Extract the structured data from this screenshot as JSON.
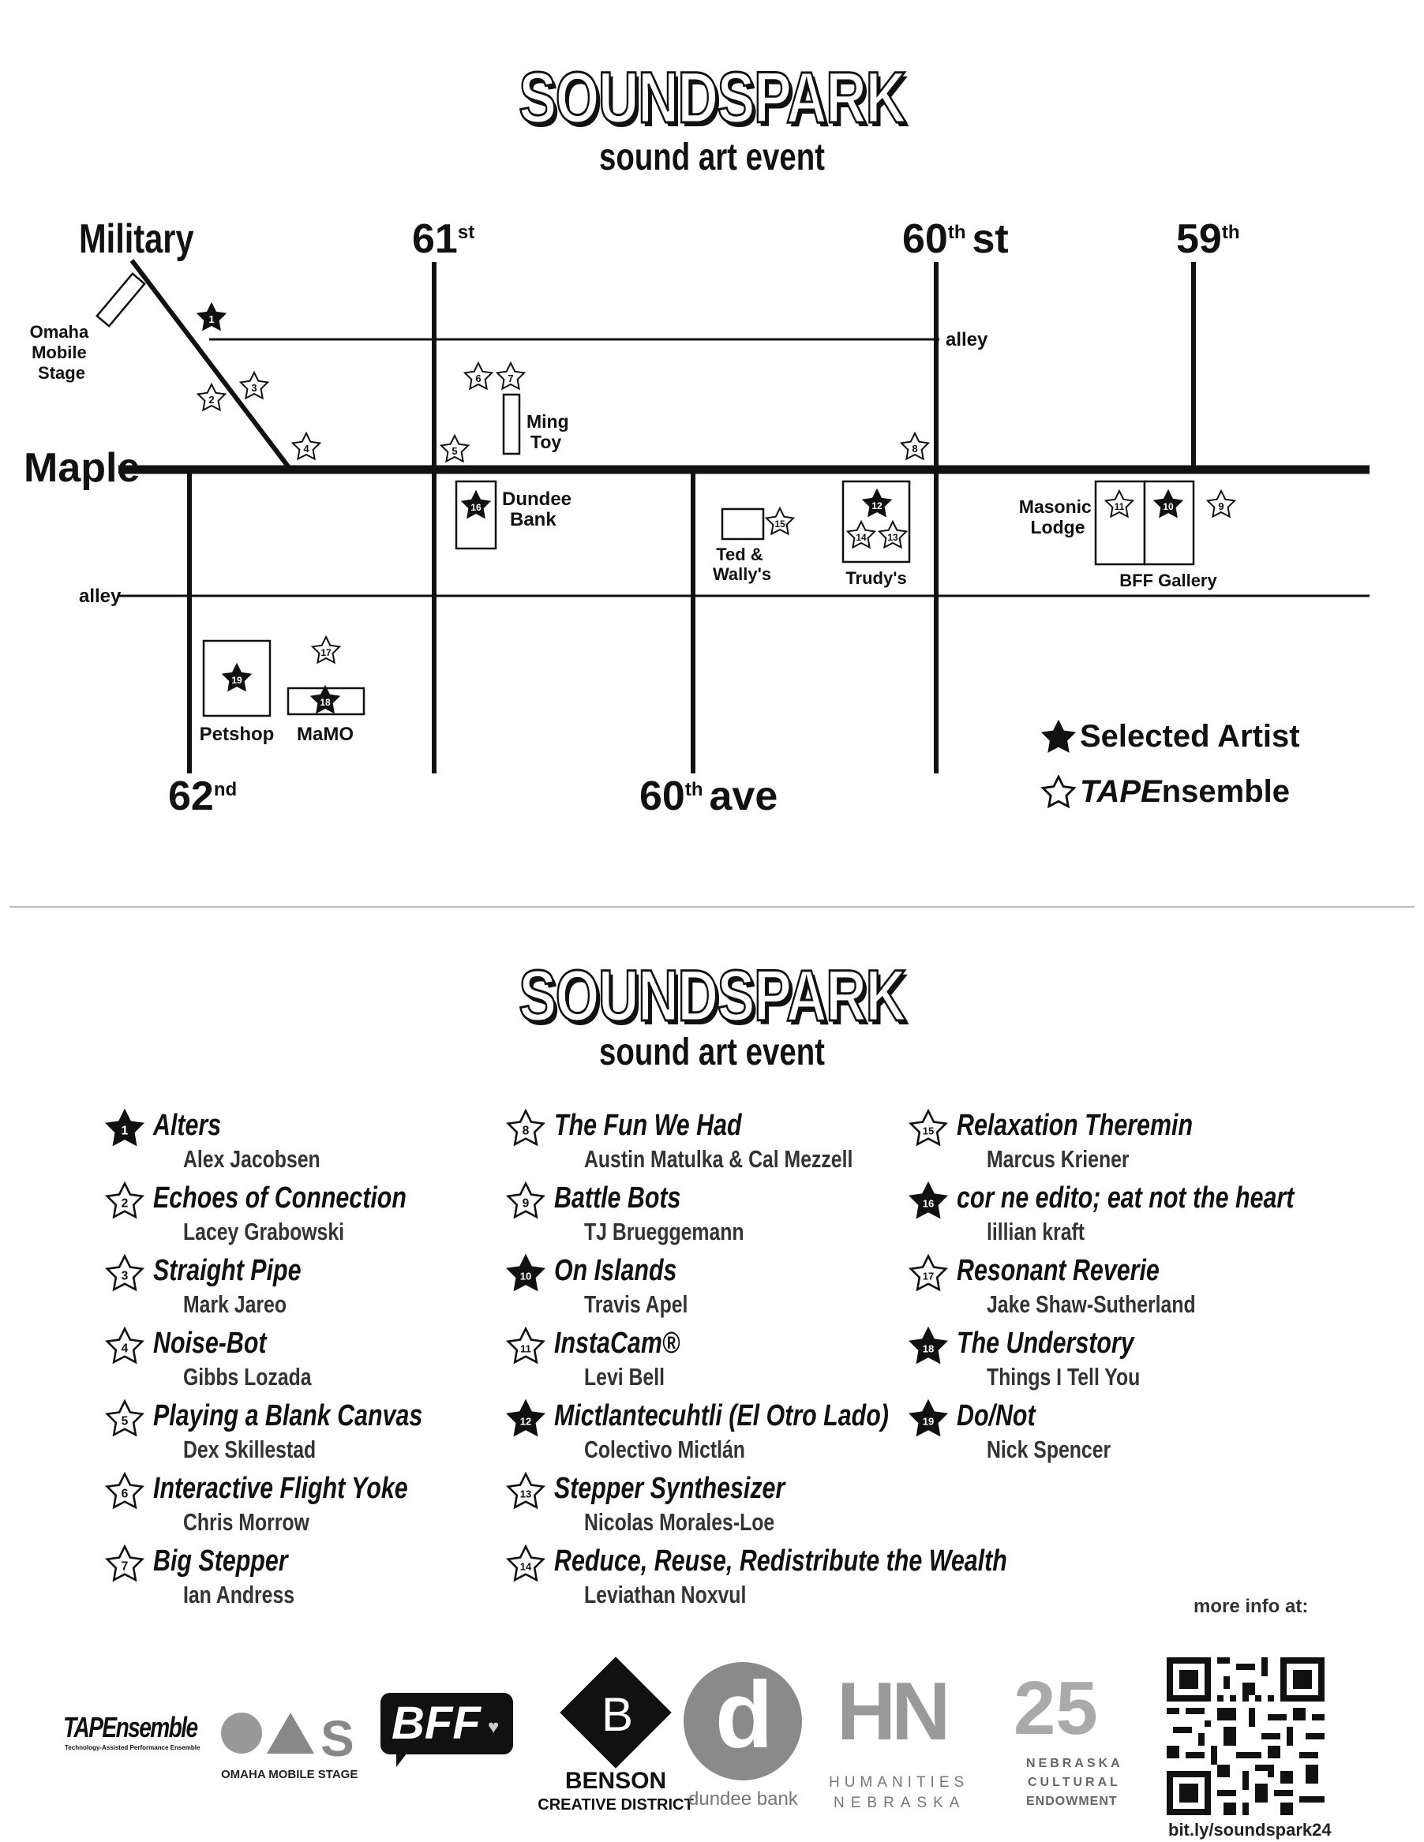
{
  "top_title": "SOUNDSPARK",
  "top_subtitle": "sound art event",
  "list_title": "SOUNDSPARK",
  "list_subtitle": "sound art event",
  "map": {
    "streets": {
      "military": "Military",
      "s61_num": "61",
      "s61_sup": "st",
      "s60_num": "60",
      "s60_sup": "th",
      "s60_suffix": "st",
      "s59_num": "59",
      "s59_sup": "th",
      "maple": "Maple",
      "alley_top": "alley",
      "alley_bottom": "alley",
      "s62_num": "62",
      "s62_sup": "nd",
      "ave60_num": "60",
      "ave60_sup": "th",
      "ave60_suffix": "ave"
    },
    "venues": {
      "omaha_mobile_stage": [
        "Omaha",
        "Mobile",
        "Stage"
      ],
      "ming_toy": [
        "Ming",
        "Toy"
      ],
      "dundee_bank": [
        "Dundee",
        "Bank"
      ],
      "ted_wallys": [
        "Ted &",
        "Wally's"
      ],
      "trudys": "Trudy's",
      "masonic_lodge": [
        "Masonic",
        "Lodge"
      ],
      "bff_gallery": "BFF Gallery",
      "petshop": "Petshop",
      "mamo": "MaMO"
    },
    "legend": {
      "selected": "Selected Artist",
      "tape_italic": "TAPE",
      "tape_rest": "nsemble"
    }
  },
  "performances": [
    {
      "n": "1",
      "type": "selected",
      "title": "Alters",
      "artist": "Alex Jacobsen"
    },
    {
      "n": "2",
      "type": "tape",
      "title": "Echoes of Connection",
      "artist": "Lacey Grabowski"
    },
    {
      "n": "3",
      "type": "tape",
      "title": "Straight Pipe",
      "artist": "Mark Jareo"
    },
    {
      "n": "4",
      "type": "tape",
      "title": "Noise-Bot",
      "artist": "Gibbs Lozada"
    },
    {
      "n": "5",
      "type": "tape",
      "title": "Playing a Blank Canvas",
      "artist": "Dex Skillestad"
    },
    {
      "n": "6",
      "type": "tape",
      "title": "Interactive Flight Yoke",
      "artist": "Chris Morrow"
    },
    {
      "n": "7",
      "type": "tape",
      "title": "Big Stepper",
      "artist": "Ian Andress"
    },
    {
      "n": "8",
      "type": "tape",
      "title": "The Fun We Had",
      "artist": "Austin Matulka & Cal Mezzell"
    },
    {
      "n": "9",
      "type": "tape",
      "title": "Battle Bots",
      "artist": "TJ Brueggemann"
    },
    {
      "n": "10",
      "type": "selected",
      "title": "On Islands",
      "artist": "Travis Apel"
    },
    {
      "n": "11",
      "type": "tape",
      "title": "InstaCam®",
      "artist": "Levi Bell"
    },
    {
      "n": "12",
      "type": "selected",
      "title": "Mictlantecuhtli (El Otro Lado)",
      "artist": "Colectivo Mictlán"
    },
    {
      "n": "13",
      "type": "tape",
      "title": "Stepper Synthesizer",
      "artist": "Nicolas Morales-Loe"
    },
    {
      "n": "14",
      "type": "tape",
      "title": "Reduce, Reuse, Redistribute the Wealth",
      "artist": "Leviathan Noxvul"
    },
    {
      "n": "15",
      "type": "tape",
      "title": "Relaxation Theremin",
      "artist": "Marcus Kriener"
    },
    {
      "n": "16",
      "type": "selected",
      "title": "cor ne edito; eat not the heart",
      "artist": "lillian kraft"
    },
    {
      "n": "17",
      "type": "tape",
      "title": "Resonant Reverie",
      "artist": "Jake Shaw-Sutherland"
    },
    {
      "n": "18",
      "type": "selected",
      "title": "The Understory",
      "artist": "Things I Tell You"
    },
    {
      "n": "19",
      "type": "selected",
      "title": "Do/Not",
      "artist": "Nick Spencer"
    }
  ],
  "sponsors": {
    "tapensemble": "TAPEnsemble",
    "tapensemble_sub": "Technology-Assisted Performance Ensemble",
    "oms": "OMAHA MOBILE STAGE",
    "bff": "BFF",
    "benson_b": "B",
    "benson": "BENSON",
    "benson_sub": "CREATIVE DISTRICT",
    "dundee_d": "d",
    "dundee": "dundee bank",
    "hn": "HN",
    "hn_line1": "HUMANITIES",
    "hn_line2": "NEBRASKA",
    "nce_num": "25",
    "nce_line1": "NEBRASKA",
    "nce_line2": "CULTURAL",
    "nce_line3": "ENDOWMENT"
  },
  "more_info": "more info at:",
  "url": "bit.ly/soundspark24"
}
